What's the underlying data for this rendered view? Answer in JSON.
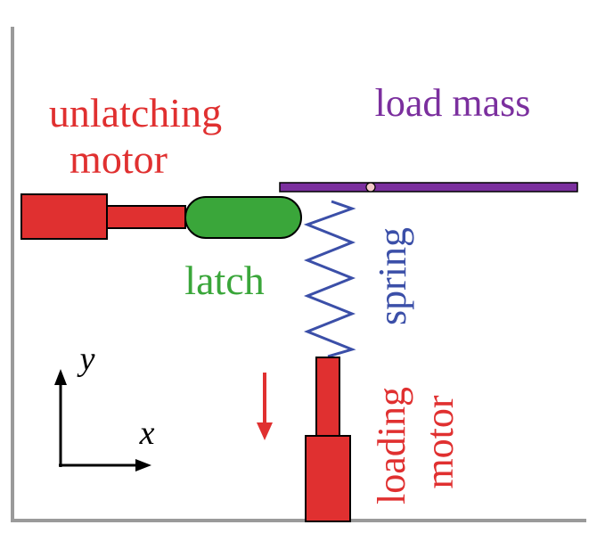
{
  "labels": {
    "unlatching_motor_line1": "unlatching",
    "unlatching_motor_line2": "motor",
    "load_mass": "load mass",
    "latch": "latch",
    "spring": "spring",
    "loading_motor_line1": "loading",
    "loading_motor_line2": "motor",
    "axis_y": "y",
    "axis_x": "x"
  },
  "colors": {
    "motor": "#e03030",
    "latch": "#3aa63a",
    "spring": "#3b4fa8",
    "load_mass": "#7b2f9e",
    "frame": "#9a9a9a",
    "pivot": "#f4c8c8",
    "axes": "#000000"
  },
  "icons": {
    "direction_arrow": "arrow-down-icon",
    "coordinate_axes": "xy-axes-icon",
    "pivot": "pivot-circle-icon"
  }
}
